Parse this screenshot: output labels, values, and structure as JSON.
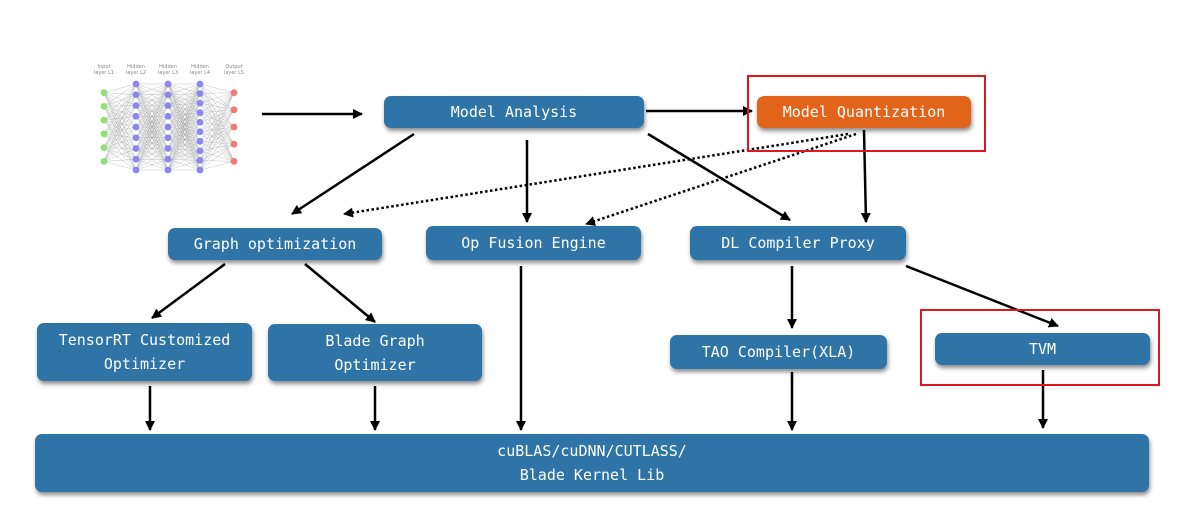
{
  "diagram": {
    "nodes": {
      "model_analysis": "Model Analysis",
      "model_quantization": "Model Quantization",
      "graph_optimization": "Graph optimization",
      "op_fusion_engine": "Op Fusion Engine",
      "dl_compiler_proxy": "DL Compiler Proxy",
      "tensorrt_optimizer": "TensorRT Customized\nOptimizer",
      "blade_graph_optimizer": "Blade Graph\nOptimizer",
      "tao_compiler": "TAO Compiler(XLA)",
      "tvm": "TVM",
      "kernel_lib": "cuBLAS/cuDNN/CUTLASS/\nBlade Kernel Lib"
    },
    "colors": {
      "box": "#2e74a6",
      "accent_box": "#e2641a",
      "highlight": "#e0161f",
      "arrow": "#000000"
    },
    "highlighted": [
      "model_quantization",
      "tvm"
    ],
    "edges": [
      {
        "from": "neural_network",
        "to": "model_analysis",
        "style": "solid"
      },
      {
        "from": "model_analysis",
        "to": "model_quantization",
        "style": "solid"
      },
      {
        "from": "model_analysis",
        "to": "graph_optimization",
        "style": "solid"
      },
      {
        "from": "model_analysis",
        "to": "op_fusion_engine",
        "style": "solid"
      },
      {
        "from": "model_analysis",
        "to": "dl_compiler_proxy",
        "style": "solid"
      },
      {
        "from": "model_quantization",
        "to": "graph_optimization",
        "style": "dotted"
      },
      {
        "from": "model_quantization",
        "to": "op_fusion_engine",
        "style": "dotted"
      },
      {
        "from": "model_quantization",
        "to": "dl_compiler_proxy",
        "style": "solid"
      },
      {
        "from": "graph_optimization",
        "to": "tensorrt_optimizer",
        "style": "solid"
      },
      {
        "from": "graph_optimization",
        "to": "blade_graph_optimizer",
        "style": "solid"
      },
      {
        "from": "op_fusion_engine",
        "to": "kernel_lib",
        "style": "solid"
      },
      {
        "from": "dl_compiler_proxy",
        "to": "tao_compiler",
        "style": "solid"
      },
      {
        "from": "dl_compiler_proxy",
        "to": "tvm",
        "style": "solid"
      },
      {
        "from": "tensorrt_optimizer",
        "to": "kernel_lib",
        "style": "solid"
      },
      {
        "from": "blade_graph_optimizer",
        "to": "kernel_lib",
        "style": "solid"
      },
      {
        "from": "tao_compiler",
        "to": "kernel_lib",
        "style": "solid"
      },
      {
        "from": "tvm",
        "to": "kernel_lib",
        "style": "solid"
      }
    ],
    "neural_network": {
      "layer_labels": [
        "Input layer L1",
        "Hidden layer L2",
        "Hidden layer L3",
        "Hidden layer L4",
        "Output layer L5"
      ],
      "layer_sizes": [
        6,
        9,
        9,
        10,
        5
      ],
      "layer_colors": [
        "#8fe07a",
        "#8c86f0",
        "#8c86f0",
        "#8c86f0",
        "#f07a7a"
      ]
    }
  }
}
